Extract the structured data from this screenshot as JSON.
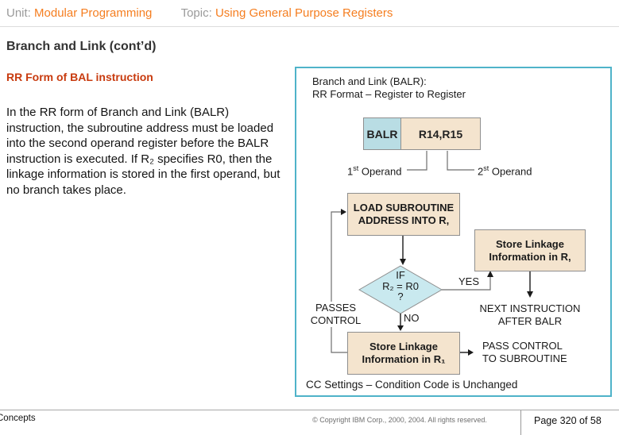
{
  "header": {
    "unit_label": "Unit:",
    "unit_value": "Modular Programming",
    "topic_label": "Topic:",
    "topic_value": "Using General Purpose Registers"
  },
  "title": "Branch and Link (cont’d)",
  "left": {
    "heading": "RR Form of BAL instruction",
    "body_lines": [
      "In the RR form of Branch and Link (BALR)",
      "instruction, the subroutine address must be loaded",
      "into the second operand register before the BALR",
      "instruction is executed. If R₂ specifies R0, then the",
      "linkage information is stored in the first operand, but",
      "no branch takes place."
    ]
  },
  "diagram": {
    "caption_line1": "Branch and Link (BALR):",
    "caption_line2": "RR Format – Register to Register",
    "instruction": {
      "opcode": "BALR",
      "operands": "R14,R15"
    },
    "operand1": {
      "num": "1",
      "sup": "st",
      "rest": " Operand"
    },
    "operand2": {
      "num": "2",
      "sup": "st",
      "rest": " Operand"
    },
    "flow": {
      "load_box_line1": "LOAD SUBROUTINE",
      "load_box_line2": "ADDRESS INTO R,",
      "diamond_line1": "IF",
      "diamond_line2": "R₂ = R0",
      "diamond_line3": "?",
      "yes_label": "YES",
      "no_label": "NO",
      "passes_line1": "PASSES",
      "passes_line2": "CONTROL",
      "store_right_line1": "Store Linkage",
      "store_right_line2": "Information in R,",
      "next_line1": "NEXT INSTRUCTION",
      "next_line2": "AFTER BALR",
      "store_bottom_line1": "Store Linkage",
      "store_bottom_line2": "Information in R₁",
      "pass_line1": "PASS CONTROL",
      "pass_line2": "TO SUBROUTINE"
    },
    "cc_note": "CC Settings – Condition Code is Unchanged"
  },
  "footer": {
    "left": "Concepts",
    "copyright": "© Copyright IBM Corp., 2000, 2004. All rights reserved.",
    "page": "Page 320 of 58"
  },
  "colors": {
    "accent_orange": "#f57e20",
    "heading_red": "#c83b0f",
    "diagram_border": "#4fb3c9",
    "box_tan": "#f4e4ce",
    "box_cyan": "#b9dde4",
    "diamond_cyan": "#c9e9ef"
  }
}
